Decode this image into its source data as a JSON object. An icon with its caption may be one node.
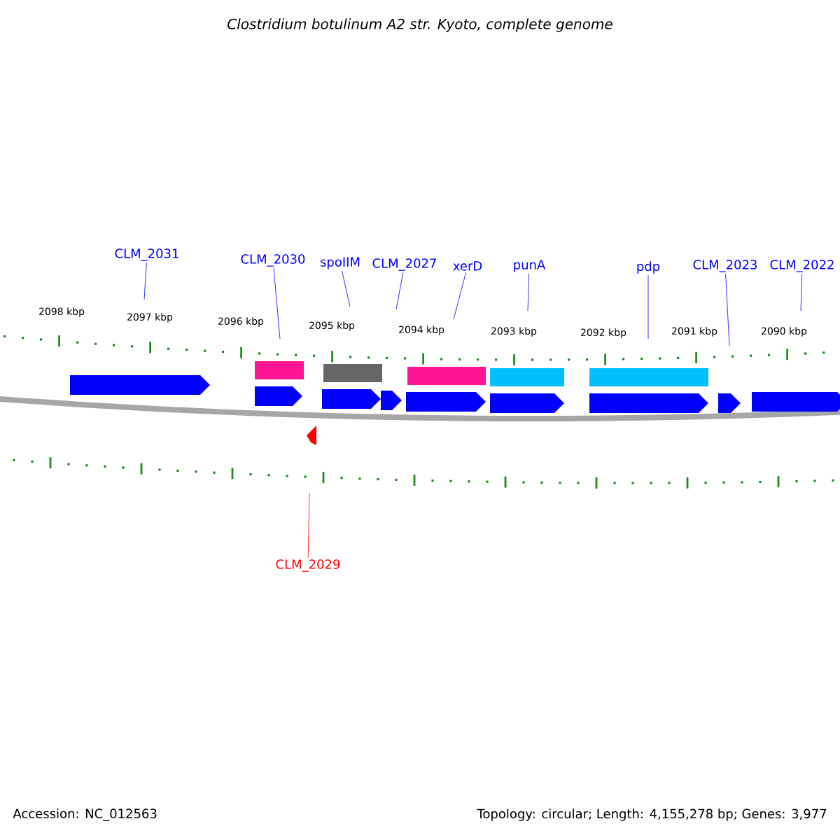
{
  "diagram": {
    "title": "Clostridium botulinum A2 str. Kyoto, complete genome",
    "nodes": [
      {
        "text": [
          "CLM_2031"
        ]
      },
      {
        "text": [
          "CLM_2030"
        ]
      },
      {
        "text": [
          "spoIIM"
        ]
      },
      {
        "text": [
          "CLM_2027"
        ]
      },
      {
        "text": [
          "xerD"
        ]
      },
      {
        "text": [
          "punA"
        ]
      },
      {
        "text": [
          "pdp"
        ]
      },
      {
        "text": [
          "CLM_2023"
        ]
      },
      {
        "text": [
          "CLM_2022"
        ]
      },
      {
        "text": [
          "CLM_2029"
        ]
      }
    ],
    "edges": [
      {
        "from": 0,
        "to": null,
        "arrow": "none"
      },
      {
        "from": 1,
        "to": null,
        "arrow": "none"
      },
      {
        "from": 2,
        "to": null,
        "arrow": "none"
      },
      {
        "from": 3,
        "to": null,
        "arrow": "none"
      },
      {
        "from": 4,
        "to": null,
        "arrow": "none"
      },
      {
        "from": 5,
        "to": null,
        "arrow": "none"
      },
      {
        "from": 6,
        "to": null,
        "arrow": "none"
      },
      {
        "from": 7,
        "to": null,
        "arrow": "none"
      },
      {
        "from": 8,
        "to": null,
        "arrow": "none"
      },
      {
        "from": 9,
        "to": null,
        "arrow": "none",
        "color": "#ff0000"
      }
    ],
    "labels": [
      "2098 kbp",
      "2097 kbp",
      "2096 kbp",
      "2095 kbp",
      "2094 kbp",
      "2093 kbp",
      "2092 kbp",
      "2091 kbp",
      "2090 kbp",
      "Accession: NC_012563",
      "Topology: circular; Length: 4,155,278 bp; Genes: 3,977"
    ]
  }
}
